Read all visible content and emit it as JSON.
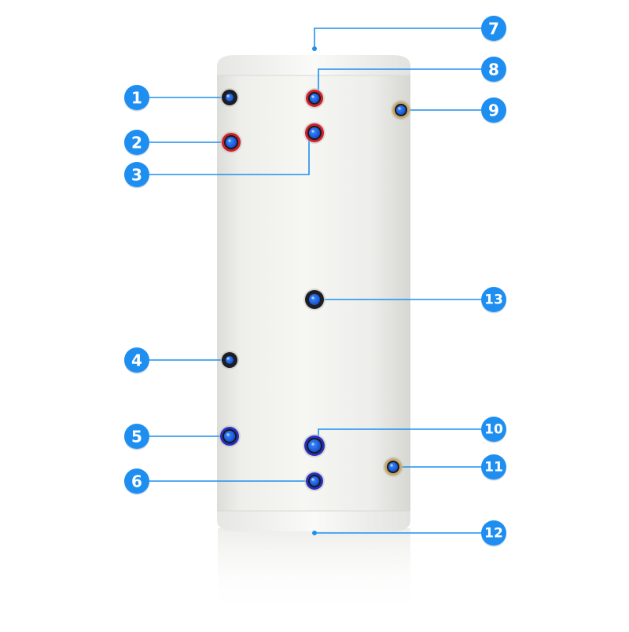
{
  "colors": {
    "badge": "#1e8ff0",
    "leader": "#1e8ff0",
    "fitting_core": "#1565e6",
    "ring_hot": "#d0202a",
    "ring_cold": "#2a2fc0",
    "ring_dark": "#1d1d24",
    "ring_brass": "#c9a86a",
    "tank_body": "#f1f1ee",
    "tank_band": "#f8f8f6"
  },
  "callouts": [
    {
      "label": "1",
      "fitting": "sensor-port-top",
      "ring": "dark"
    },
    {
      "label": "2",
      "fitting": "hot-outlet-left",
      "ring": "hot"
    },
    {
      "label": "3",
      "fitting": "coil-flow-upper",
      "ring": "hot"
    },
    {
      "label": "4",
      "fitting": "sensor-port-middle",
      "ring": "dark"
    },
    {
      "label": "5",
      "fitting": "cold-inlet-left",
      "ring": "cold"
    },
    {
      "label": "6",
      "fitting": "coil-return-lower",
      "ring": "cold"
    },
    {
      "label": "7",
      "fitting": "top-cap",
      "ring": "none"
    },
    {
      "label": "8",
      "fitting": "coil-flow-top",
      "ring": "hot"
    },
    {
      "label": "9",
      "fitting": "anode-port-top-right",
      "ring": "brass"
    },
    {
      "label": "10",
      "fitting": "coil-return-upper",
      "ring": "cold"
    },
    {
      "label": "11",
      "fitting": "element-port-lower",
      "ring": "brass"
    },
    {
      "label": "12",
      "fitting": "base-band",
      "ring": "none"
    },
    {
      "label": "13",
      "fitting": "center-port",
      "ring": "dark"
    }
  ]
}
